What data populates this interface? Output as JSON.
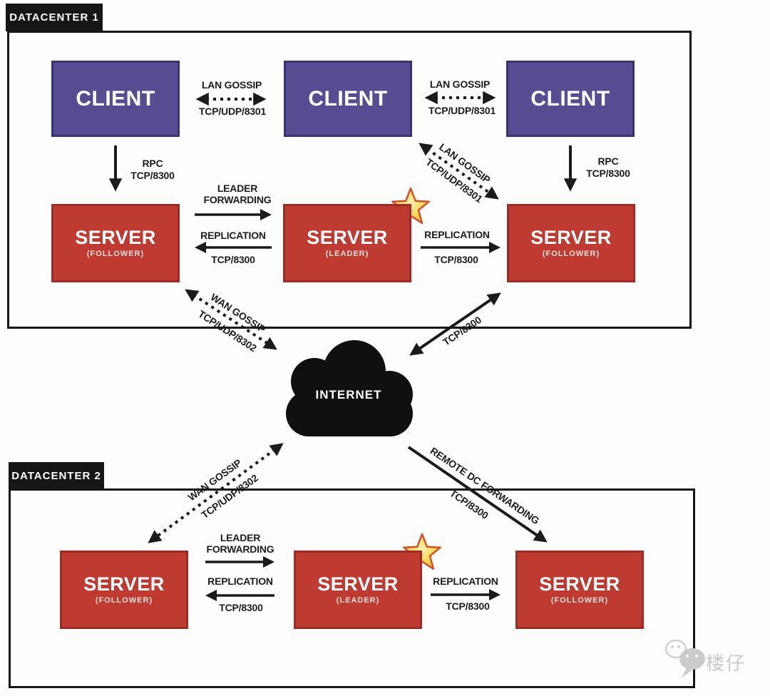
{
  "colors": {
    "client_fill": "#564c91",
    "client_border": "#3a3272",
    "server_fill": "#bf3a31",
    "server_border": "#9c2d26",
    "line_black": "#1b1b1b",
    "tab_black": "#161616",
    "star_yellow": "#f5cf3d",
    "star_outline": "#d2502c",
    "watermark_gray": "#c9c9c9"
  },
  "datacenter1": {
    "title": "DATACENTER 1",
    "clients": [
      {
        "label": "CLIENT"
      },
      {
        "label": "CLIENT"
      },
      {
        "label": "CLIENT"
      }
    ],
    "servers": [
      {
        "label": "SERVER",
        "role": "(FOLLOWER)"
      },
      {
        "label": "SERVER",
        "role": "(LEADER)"
      },
      {
        "label": "SERVER",
        "role": "(FOLLOWER)"
      }
    ],
    "edges": {
      "lan_gossip_left": {
        "label": "LAN GOSSIP",
        "port": "TCP/UDP/8301"
      },
      "lan_gossip_right": {
        "label": "LAN GOSSIP",
        "port": "TCP/UDP/8301"
      },
      "lan_gossip_diag": {
        "label": "LAN GOSSIP",
        "port": "TCP/UDP/8301"
      },
      "rpc_left": {
        "label": "RPC",
        "port": "TCP/8300"
      },
      "rpc_right": {
        "label": "RPC",
        "port": "TCP/8300"
      },
      "leader_forwarding": {
        "label": "LEADER FORWARDING"
      },
      "replication_left": {
        "label": "REPLICATION",
        "port": "TCP/8300"
      },
      "replication_right": {
        "label": "REPLICATION",
        "port": "TCP/8300"
      }
    }
  },
  "internet": {
    "label": "INTERNET"
  },
  "wan_edges": {
    "wan_gossip_dc1": {
      "label": "WAN GOSSIP",
      "port": "TCP/UDP/8302"
    },
    "tcp_dc1_internet": {
      "label": "TCP/8300"
    },
    "wan_gossip_dc2": {
      "label": "WAN GOSSIP",
      "port": "TCP/UDP/8302"
    },
    "remote_dc_forwarding": {
      "label": "REMOTE DC FORWARDING",
      "port": "TCP/8300"
    }
  },
  "datacenter2": {
    "title": "DATACENTER 2",
    "servers": [
      {
        "label": "SERVER",
        "role": "(FOLLOWER)"
      },
      {
        "label": "SERVER",
        "role": "(LEADER)"
      },
      {
        "label": "SERVER",
        "role": "(FOLLOWER)"
      }
    ],
    "edges": {
      "leader_forwarding": {
        "label": "LEADER FORWARDING"
      },
      "replication_left": {
        "label": "REPLICATION",
        "port": "TCP/8300"
      },
      "replication_right": {
        "label": "REPLICATION",
        "port": "TCP/8300"
      }
    }
  },
  "watermark": {
    "text": "楼仔"
  }
}
